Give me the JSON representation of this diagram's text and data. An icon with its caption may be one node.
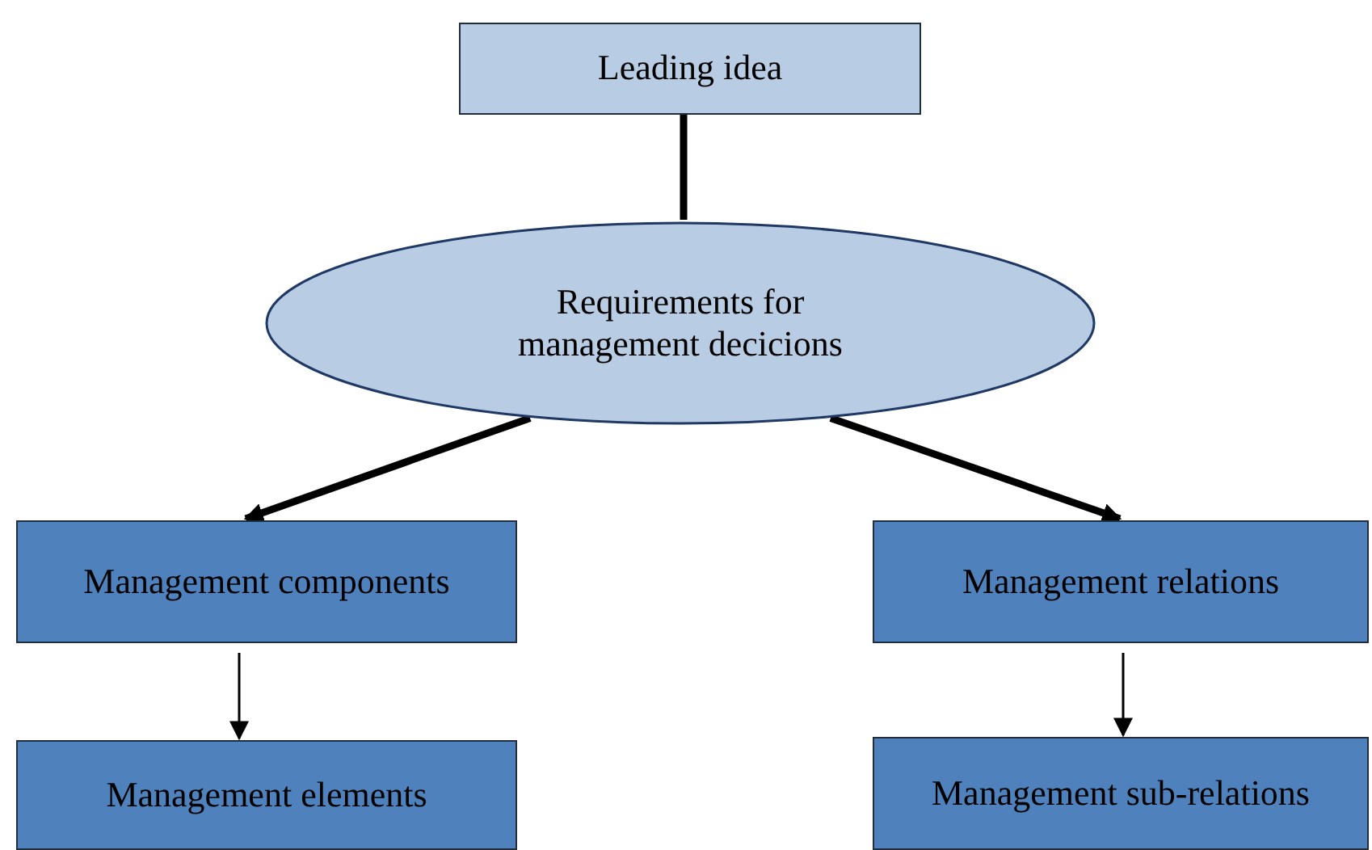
{
  "diagram": {
    "nodes": [
      {
        "text": [
          "Leading idea"
        ]
      },
      {
        "text": [
          "Requirements for management decicions"
        ]
      },
      {
        "text": [
          "Management components"
        ]
      },
      {
        "text": [
          "Management relations"
        ]
      },
      {
        "text": [
          "Management elements"
        ]
      },
      {
        "text": [
          "Management sub-relations"
        ]
      }
    ],
    "edges": [
      {
        "from": 0,
        "to": 1,
        "arrow": "none"
      },
      {
        "from": 1,
        "to": 2,
        "arrow": "to"
      },
      {
        "from": 1,
        "to": 3,
        "arrow": "to"
      },
      {
        "from": 2,
        "to": 4,
        "arrow": "to"
      },
      {
        "from": 3,
        "to": 5,
        "arrow": "to"
      }
    ]
  }
}
